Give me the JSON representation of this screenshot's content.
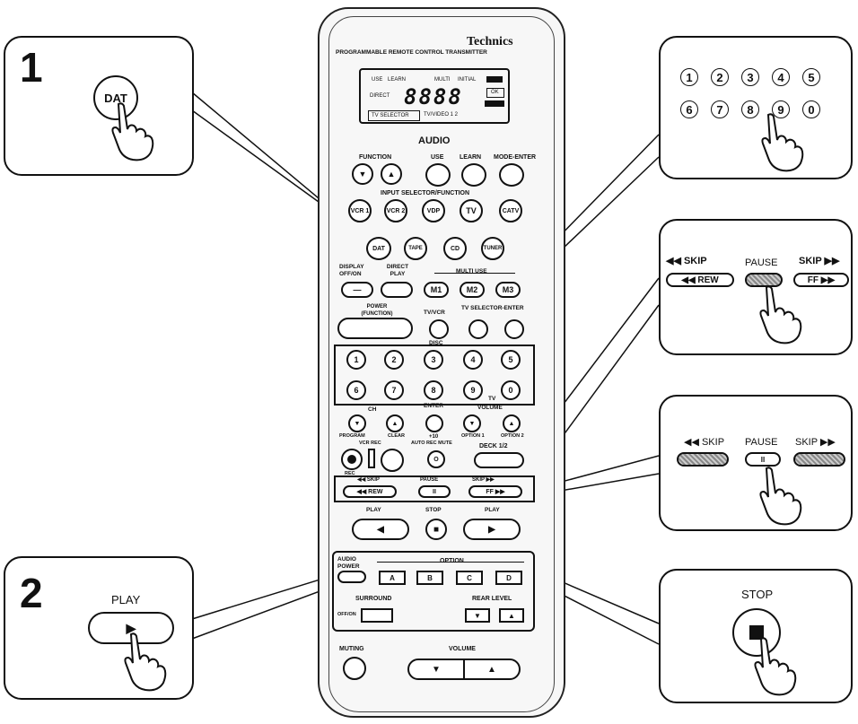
{
  "remote": {
    "brand": "Technics",
    "subtitle": "PROGRAMMABLE REMOTE CONTROL TRANSMITTER",
    "lcd": {
      "use": "USE",
      "learn": "LEARN",
      "multi": "MULTI",
      "initial": "INITIAL",
      "direct": "DIRECT",
      "ok": "OK",
      "tv_selector": "TV SELECTOR",
      "tv_video": "TV/VIDEO 1 2",
      "digits": "8888"
    },
    "section_audio": "AUDIO",
    "function_label": "FUNCTION",
    "use_label": "USE",
    "learn_label": "LEARN",
    "mode_enter_label": "MODE-ENTER",
    "input_selector_label": "INPUT SELECTOR/FUNCTION",
    "input_buttons": [
      "VCR 1",
      "VCR 2",
      "VDP",
      "TV",
      "CATV"
    ],
    "source_buttons": [
      "DAT",
      "TAPE",
      "CD",
      "TUNER"
    ],
    "display_label": "DISPLAY OFF/ON",
    "direct_play_label": "DIRECT PLAY",
    "multi_use_label": "MULTI USE",
    "multi_buttons": [
      "M1",
      "M2",
      "M3"
    ],
    "power_label": "POWER (FUNCTION)",
    "tv_vcr_label": "TV/VCR",
    "tv_selector_enter_label": "TV SELECTOR-ENTER",
    "disc_label": "DISC",
    "numbers_row1": [
      "1",
      "2",
      "3",
      "4",
      "5"
    ],
    "numbers_row2": [
      "6",
      "7",
      "8",
      "9",
      "0"
    ],
    "enter_label": "ENTER",
    "tv_label": "TV",
    "volume_label": "VOLUME",
    "ch_label": "CH",
    "program_label": "PROGRAM",
    "clear_label": "CLEAR",
    "vcr_rec_label": "VCR REC",
    "plus10_label": "+10",
    "option1_label": "OPTION 1",
    "option2_label": "OPTION 2",
    "auto_rec_mute_label": "AUTO REC MUTE",
    "deck_label": "DECK 1/2",
    "rec_label": "REC",
    "skip_left_label": "◀◀ SKIP",
    "rew_label": "◀◀ REW",
    "pause_label": "PAUSE",
    "pause_symbol": "II",
    "skip_right_label": "SKIP ▶▶",
    "ff_label": "FF ▶▶",
    "play_label": "PLAY",
    "stop_label": "STOP",
    "play_left_symbol": "◀",
    "play_right_symbol": "▶",
    "stop_symbol": "■",
    "audio_power_label": "AUDIO POWER",
    "option_label": "OPTION",
    "option_buttons": [
      "A",
      "B",
      "C",
      "D"
    ],
    "surround_label": "SURROUND",
    "off_on_label": "OFF/ON",
    "rear_level_label": "REAR LEVEL",
    "muting_label": "MUTING",
    "vol_down": "▼",
    "vol_up": "▲"
  },
  "callouts": {
    "step1": {
      "number": "1",
      "button": "DAT"
    },
    "step2": {
      "number": "2",
      "label": "PLAY",
      "symbol": "▶"
    },
    "numbers": {
      "row1": [
        "1",
        "2",
        "3",
        "4",
        "5"
      ],
      "row2": [
        "6",
        "7",
        "8",
        "9",
        "0"
      ]
    },
    "skip_pause_1": {
      "skip_left": "◀◀ SKIP",
      "pause": "PAUSE",
      "skip_right": "SKIP ▶▶",
      "rew": "◀◀ REW",
      "ff": "FF ▶▶"
    },
    "skip_pause_2": {
      "skip_left": "◀◀ SKIP",
      "pause": "PAUSE",
      "skip_right": "SKIP ▶▶",
      "pause_symbol": "II"
    },
    "stop": {
      "label": "STOP",
      "symbol": "■"
    }
  }
}
